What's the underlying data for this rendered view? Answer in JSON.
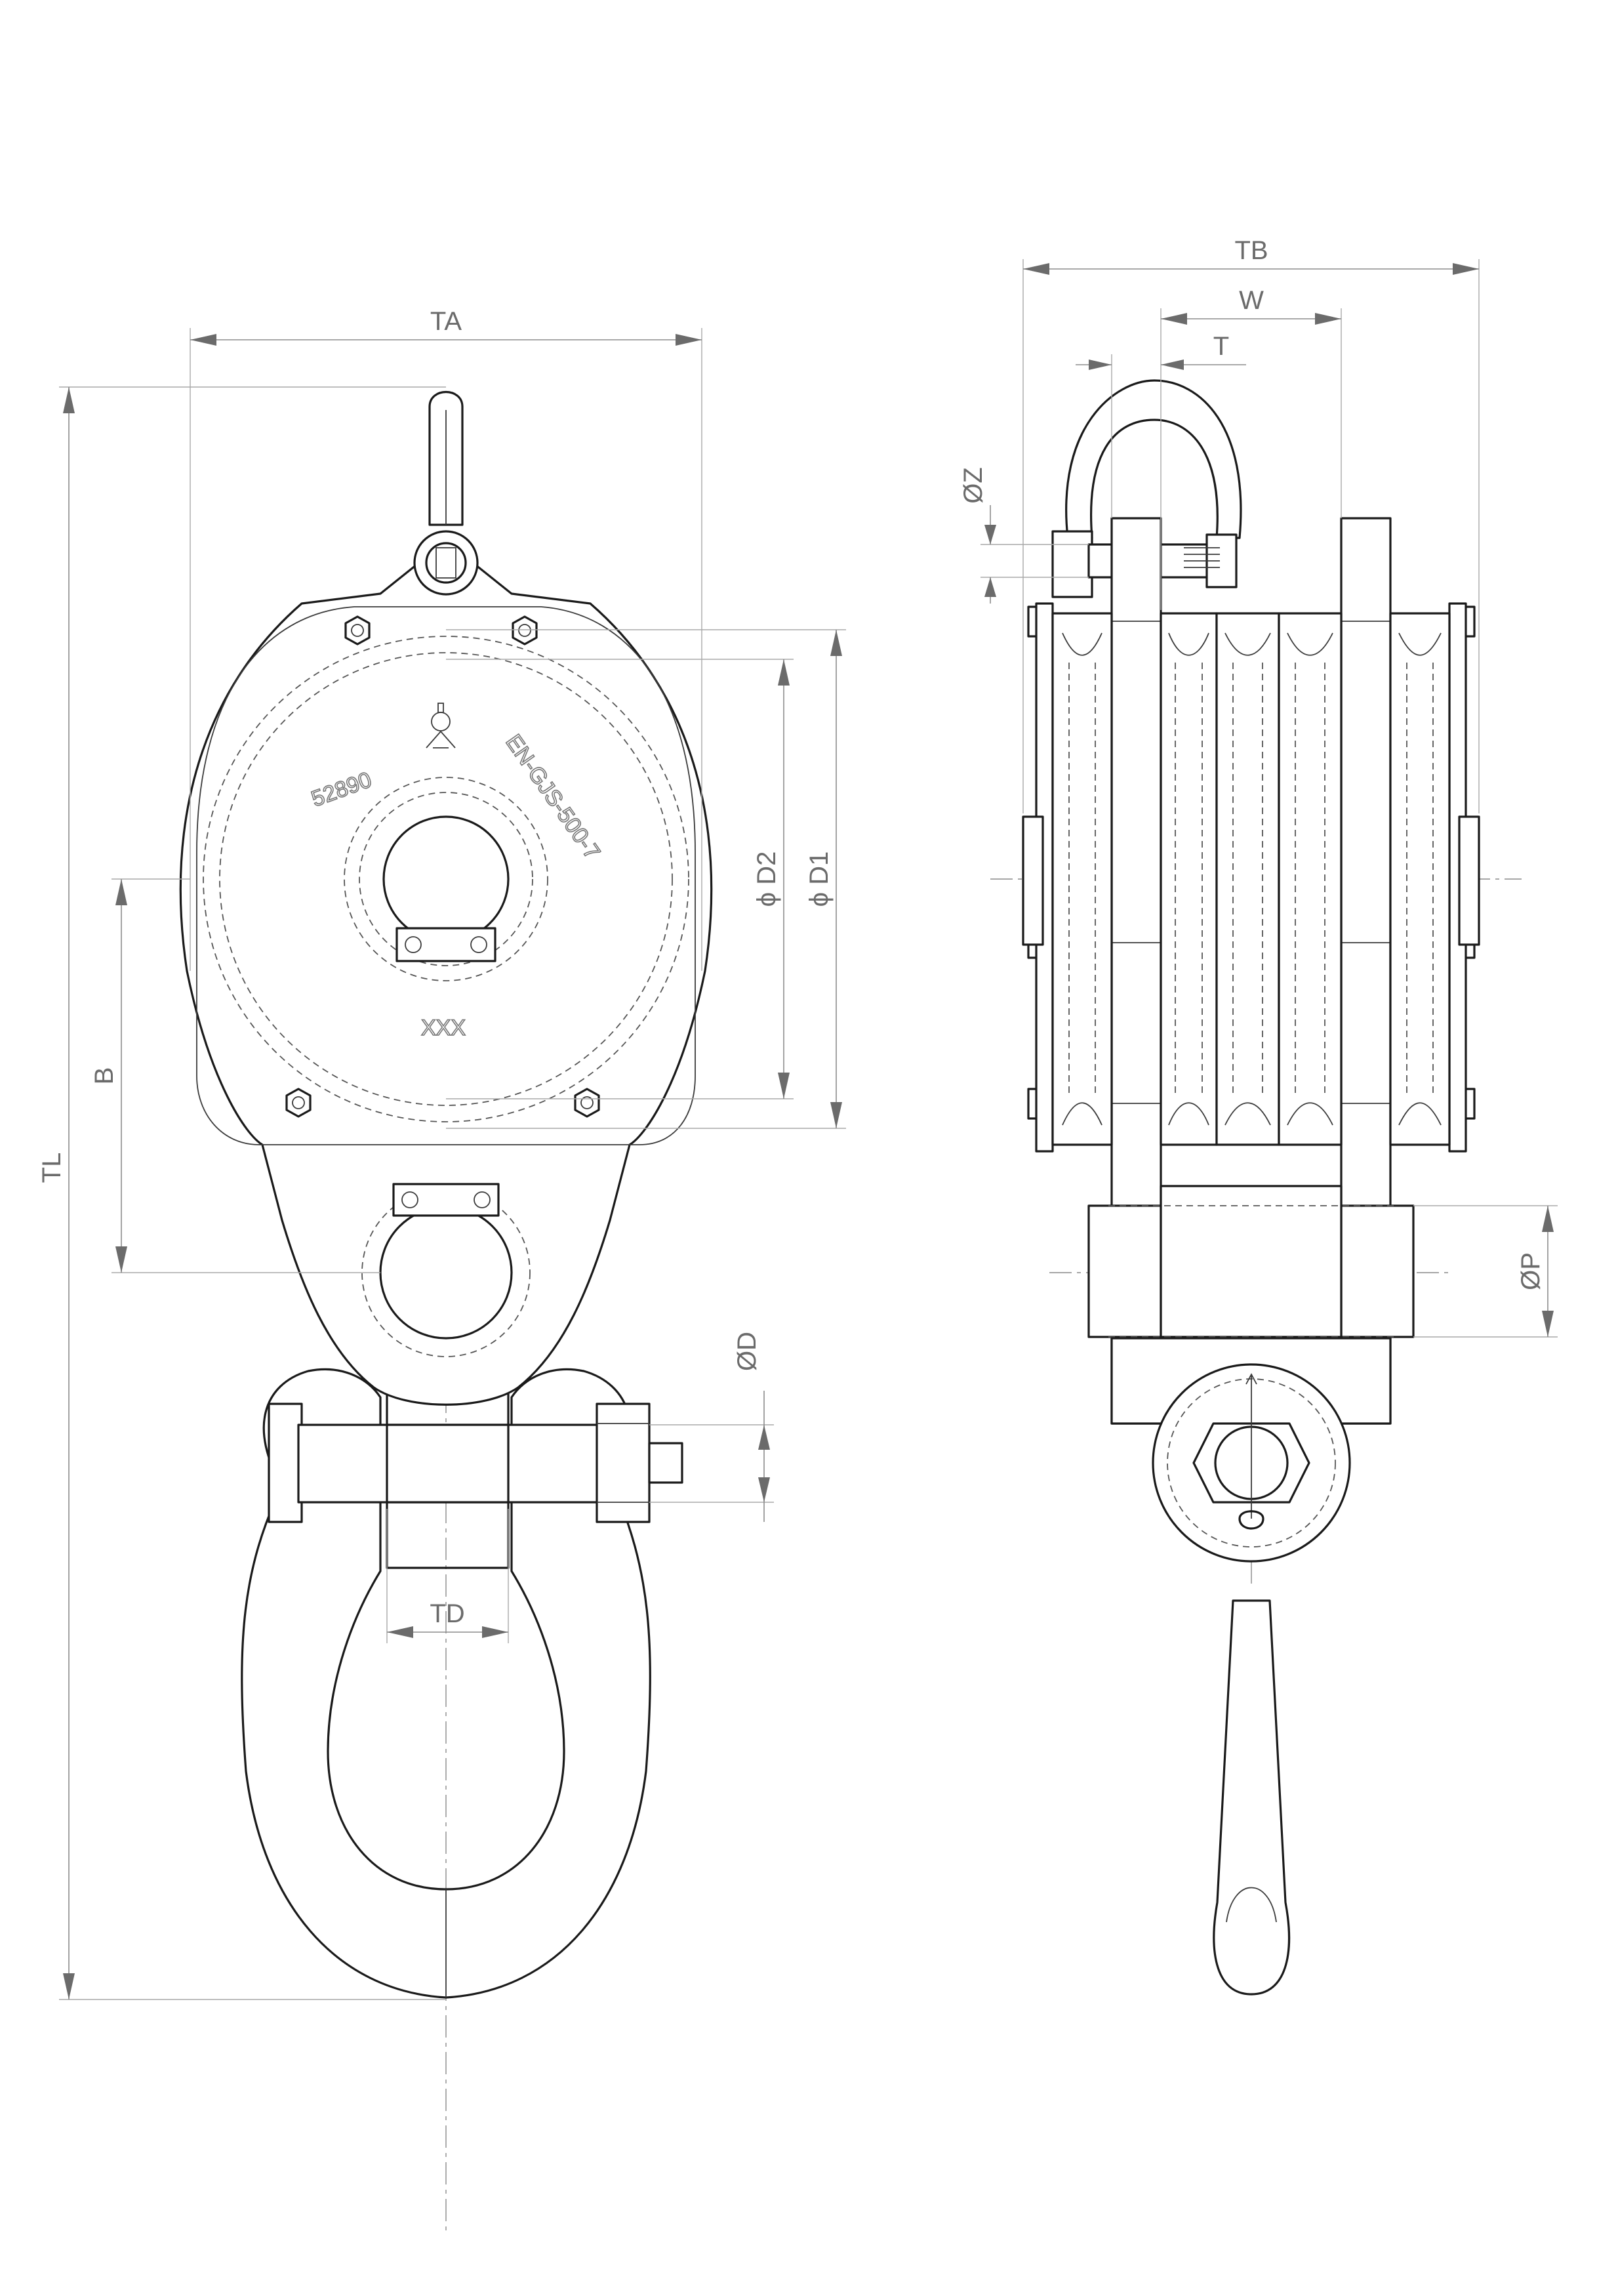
{
  "dimensions": {
    "ta": "TA",
    "tb": "TB",
    "w": "W",
    "t": "T",
    "z": "ØZ",
    "d2": "ϕ D2",
    "d1": "ϕ D1",
    "b": "B",
    "tl": "TL",
    "d": "ØD",
    "td": "TD",
    "p": "ØP"
  },
  "plate_markings": {
    "left": "52890",
    "right": "EN-GJS-500-7",
    "bottom": "XXX"
  }
}
